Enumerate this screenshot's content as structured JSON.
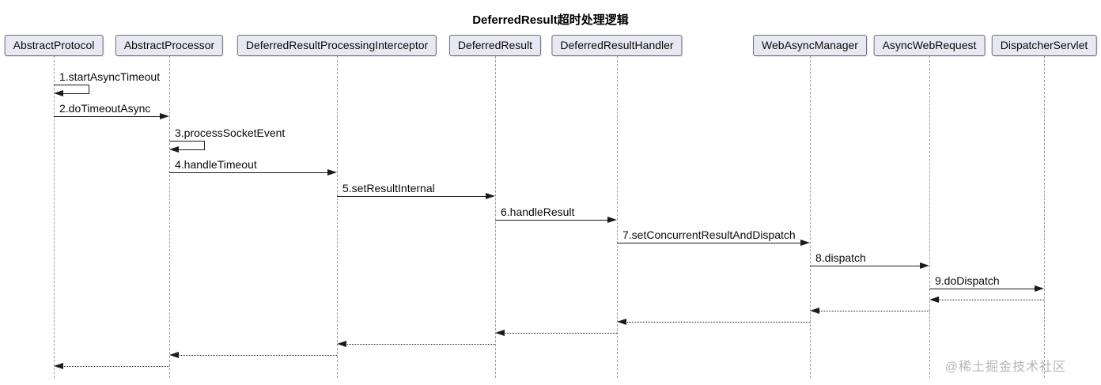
{
  "title": "DeferredResult超时处理逻辑",
  "watermark": "@稀土掘金技术社区",
  "colors": {
    "participant_fill": "#E8E8F2",
    "participant_border": "#6E6E7E",
    "line": "#1B1B1B",
    "lifeline": "#9C9C9C",
    "watermark_text": "#B5B5B5"
  },
  "diagram": {
    "type": "uml-sequence",
    "participants": [
      "AbstractProtocol",
      "AbstractProcessor",
      "DeferredResultProcessingInterceptor",
      "DeferredResult",
      "DeferredResultHandler",
      "WebAsyncManager",
      "AsyncWebRequest",
      "DispatcherServlet"
    ],
    "messages": [
      {
        "label": "1.startAsyncTimeout",
        "from": "AbstractProtocol",
        "to": "AbstractProtocol",
        "kind": "self"
      },
      {
        "label": "2.doTimeoutAsync",
        "from": "AbstractProtocol",
        "to": "AbstractProcessor",
        "kind": "call"
      },
      {
        "label": "3.processSocketEvent",
        "from": "AbstractProcessor",
        "to": "AbstractProcessor",
        "kind": "self"
      },
      {
        "label": "4.handleTimeout",
        "from": "AbstractProcessor",
        "to": "DeferredResultProcessingInterceptor",
        "kind": "call"
      },
      {
        "label": "5.setResultInternal",
        "from": "DeferredResultProcessingInterceptor",
        "to": "DeferredResult",
        "kind": "call"
      },
      {
        "label": "6.handleResult",
        "from": "DeferredResult",
        "to": "DeferredResultHandler",
        "kind": "call"
      },
      {
        "label": "7.setConcurrentResultAndDispatch",
        "from": "DeferredResultHandler",
        "to": "WebAsyncManager",
        "kind": "call"
      },
      {
        "label": "8.dispatch",
        "from": "WebAsyncManager",
        "to": "AsyncWebRequest",
        "kind": "call"
      },
      {
        "label": "9.doDispatch",
        "from": "AsyncWebRequest",
        "to": "DispatcherServlet",
        "kind": "call"
      }
    ],
    "returns": [
      {
        "from": "DispatcherServlet",
        "to": "AsyncWebRequest"
      },
      {
        "from": "AsyncWebRequest",
        "to": "WebAsyncManager"
      },
      {
        "from": "WebAsyncManager",
        "to": "DeferredResultHandler"
      },
      {
        "from": "DeferredResultHandler",
        "to": "DeferredResult"
      },
      {
        "from": "DeferredResult",
        "to": "DeferredResultProcessingInterceptor"
      },
      {
        "from": "DeferredResultProcessingInterceptor",
        "to": "AbstractProcessor"
      },
      {
        "from": "AbstractProcessor",
        "to": "AbstractProtocol"
      }
    ]
  }
}
